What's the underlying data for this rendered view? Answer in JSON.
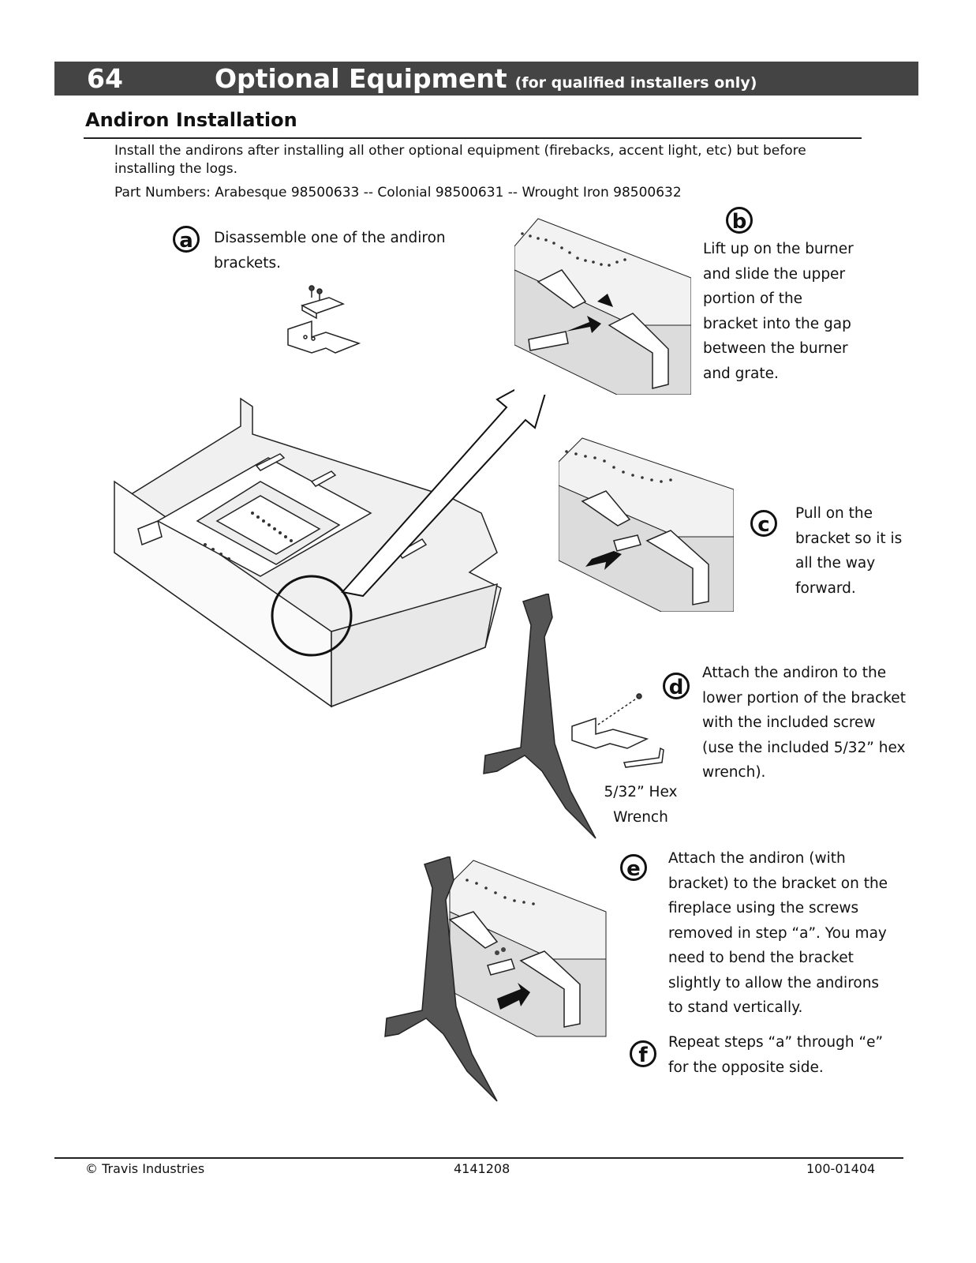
{
  "header": {
    "page_number": "64",
    "title": "Optional Equipment",
    "subtitle": "(for qualified installers only)"
  },
  "section": {
    "title": "Andiron Installation",
    "intro": "Install the andirons after installing all other optional equipment (firebacks, accent light, etc) but before installing the logs.",
    "parts": "Part Numbers: Arabesque 98500633 -- Colonial 98500631 -- Wrought Iron 98500632"
  },
  "steps": [
    {
      "letter": "a",
      "text": "Disassemble one of the andiron brackets."
    },
    {
      "letter": "b",
      "text": "Lift up on the burner and slide the upper portion of the bracket into the gap between the burner and grate."
    },
    {
      "letter": "c",
      "text": "Pull on the bracket so it is all the way forward."
    },
    {
      "letter": "d",
      "text": "Attach the andiron to the lower portion of the bracket with the included screw (use the included 5/32” hex wrench)."
    },
    {
      "letter": "e",
      "text": "Attach the andiron (with bracket) to the bracket on the fireplace using the screws removed in step “a”. You may need to bend the bracket slightly to allow the andirons to stand vertically."
    },
    {
      "letter": "f",
      "text": "Repeat steps “a” through “e” for the opposite side."
    }
  ],
  "figures": {
    "wrench_label": "5/32” Hex Wrench"
  },
  "footer": {
    "left": "© Travis Industries",
    "center": "4141208",
    "right": "100-01404"
  }
}
